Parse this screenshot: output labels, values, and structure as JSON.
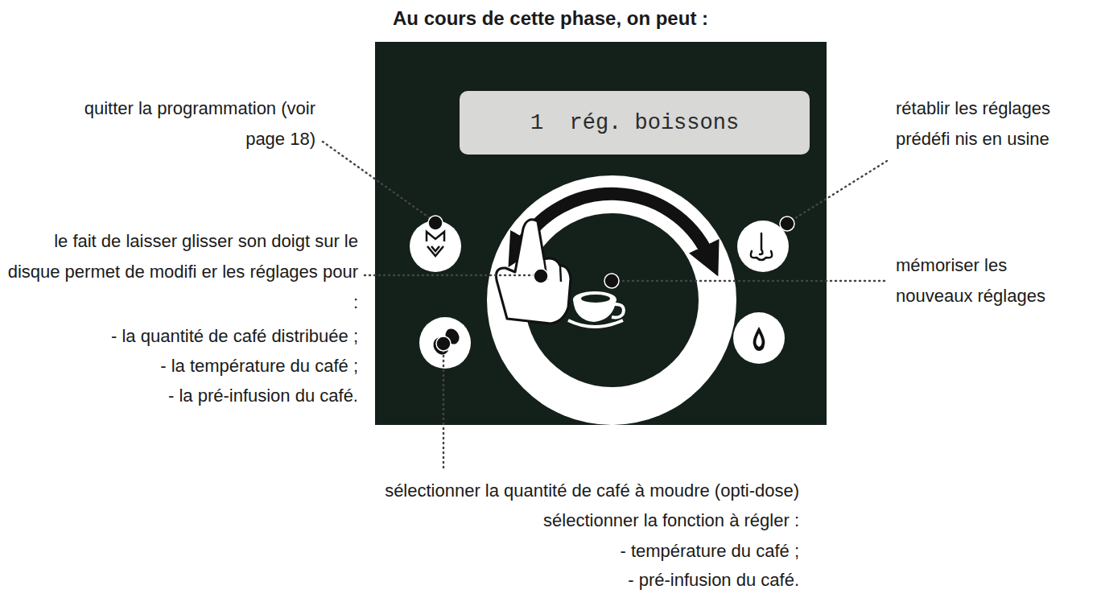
{
  "diagram": {
    "title": "Au cours de cette phase, on peut :",
    "nodes": [
      {
        "text": [
          "1  rég. boissons"
        ]
      }
    ],
    "labels": [
      "quitter la programmation (voir page 18)",
      "rétablir les réglages prédéfi nis en usine",
      "le fait de laisser glisser son doigt sur le disque permet de modifi er les réglages pour :",
      "- la quantité de café distribuée ;",
      "- la température du café ;",
      "- la pré-infusion du café.",
      "mémoriser les nouveaux réglages",
      "sélectionner la quantité de café à moudre (opti-dose)",
      "sélectionner la fonction à régler :",
      "- température du café ;",
      "- pré-infusion du café."
    ]
  }
}
